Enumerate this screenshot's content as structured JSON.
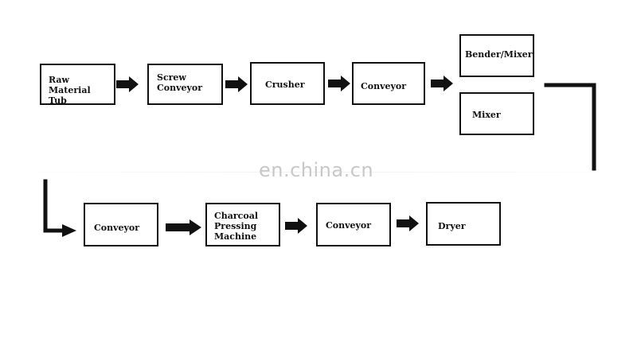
{
  "diagram": {
    "row1": {
      "raw_material_tub": [
        "Raw Material",
        "Tub"
      ],
      "screw_conveyor": [
        "Screw",
        "Conveyor"
      ],
      "crusher": "Crusher",
      "conveyor": "Conveyor",
      "bender_mixer": "Bender/Mixer",
      "mixer": "Mixer"
    },
    "row2": {
      "conveyor_a": "Conveyor",
      "charcoal_pressing_machine": [
        "Charcoal",
        "Pressing",
        "Machine"
      ],
      "conveyor_b": "Conveyor",
      "dryer": "Dryer"
    }
  },
  "watermark": "en.china.cn",
  "colors": {
    "ink": "#111111",
    "watermark": "#c8c8c8",
    "background": "#ffffff"
  }
}
